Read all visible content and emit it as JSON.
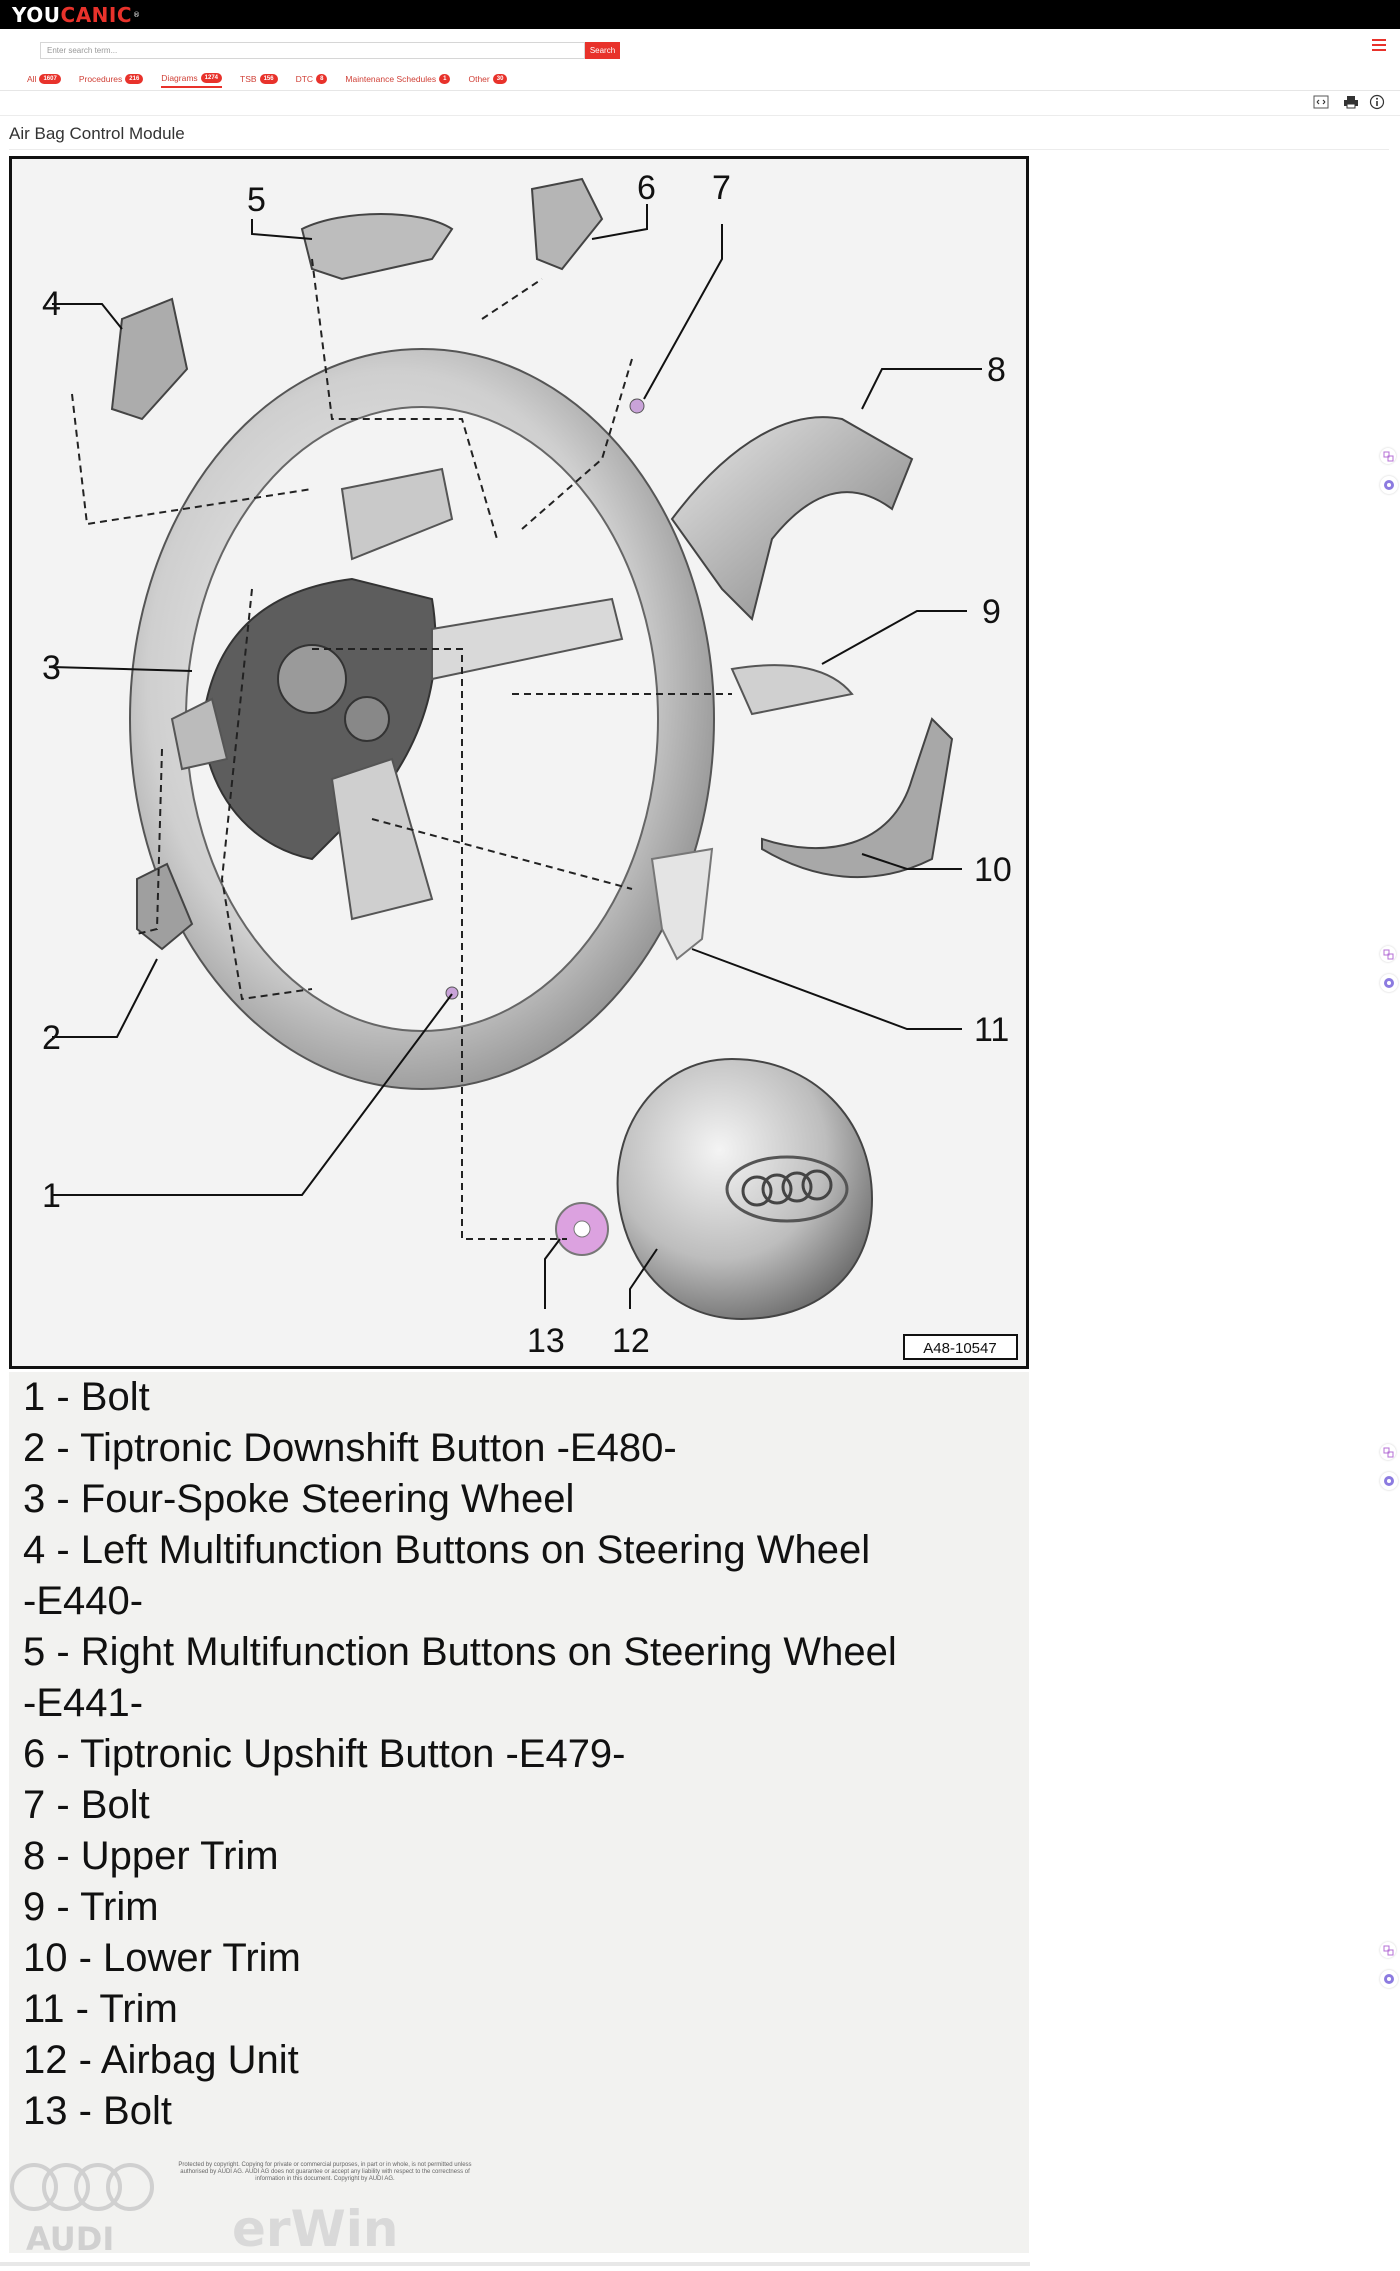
{
  "header": {
    "logo_main": "YOU",
    "logo_accent": "CANIC",
    "logo_reg": "®"
  },
  "search": {
    "placeholder": "Enter search term...",
    "button_label": "Search"
  },
  "tabs": [
    {
      "label": "All",
      "count": "1607"
    },
    {
      "label": "Procedures",
      "count": "216"
    },
    {
      "label": "Diagrams",
      "count": "1274"
    },
    {
      "label": "TSB",
      "count": "156"
    },
    {
      "label": "DTC",
      "count": "8"
    },
    {
      "label": "Maintenance Schedules",
      "count": "1"
    },
    {
      "label": "Other",
      "count": "30"
    }
  ],
  "active_tab": "Diagrams",
  "page": {
    "title": "Air Bag Control Module"
  },
  "diagram": {
    "callouts": [
      "1",
      "2",
      "3",
      "4",
      "5",
      "6",
      "7",
      "8",
      "9",
      "10",
      "11",
      "12",
      "13"
    ],
    "figure_id": "A48-10547"
  },
  "legend": {
    "items": [
      "1 - Bolt",
      "2 - Tiptronic Downshift Button -E480-",
      "3 - Four-Spoke Steering Wheel",
      "4 - Left Multifunction Buttons on Steering Wheel",
      "-E440-",
      "5 - Right Multifunction Buttons on Steering Wheel",
      "-E441-",
      "6 - Tiptronic Upshift Button -E479-",
      "7 - Bolt",
      "8 - Upper Trim",
      "9 - Trim",
      "10 - Lower Trim",
      "11 - Trim",
      "12 - Airbag Unit",
      "13 - Bolt"
    ]
  },
  "footer": {
    "copyright": "Protected by copyright. Copying for private or commercial purposes, in part or in whole, is not permitted unless authorised by AUDI AG. AUDI AG does not guarantee or accept any liability with respect to the correctness of information in this document. Copyright by AUDI AG.",
    "audi_text": "AUDI",
    "erwin_text": "erWin"
  },
  "colors": {
    "accent": "#e8322b",
    "topbar": "#000000",
    "legend_bg": "#f2f2f0"
  },
  "icons": [
    "menu-icon",
    "expand-icon",
    "print-icon",
    "info-icon",
    "translate-icon",
    "share-icon"
  ]
}
